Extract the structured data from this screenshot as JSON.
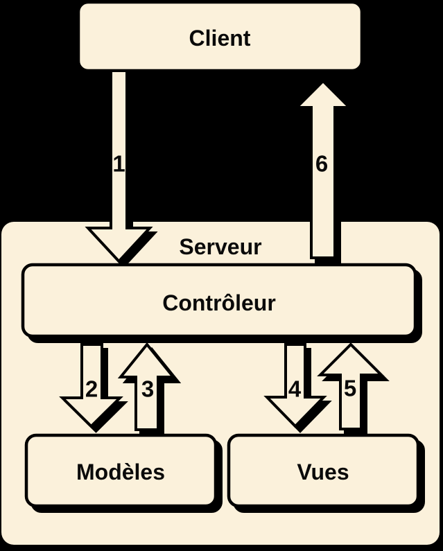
{
  "colors": {
    "background": "#000000",
    "node_fill": "#FBF1DB",
    "outline": "#000000",
    "shadow": "#000000",
    "text": "#0a0a0a"
  },
  "nodes": {
    "client": {
      "label": "Client"
    },
    "serveur": {
      "label": "Serveur"
    },
    "controleur": {
      "label": "Contrôleur"
    },
    "modeles": {
      "label": "Modèles"
    },
    "vues": {
      "label": "Vues"
    }
  },
  "arrows": [
    {
      "label": "1",
      "from": "Client",
      "to": "Contrôleur",
      "direction": "down"
    },
    {
      "label": "2",
      "from": "Contrôleur",
      "to": "Modèles",
      "direction": "down"
    },
    {
      "label": "3",
      "from": "Modèles",
      "to": "Contrôleur",
      "direction": "up"
    },
    {
      "label": "4",
      "from": "Contrôleur",
      "to": "Vues",
      "direction": "down"
    },
    {
      "label": "5",
      "from": "Vues",
      "to": "Contrôleur",
      "direction": "up"
    },
    {
      "label": "6",
      "from": "Contrôleur",
      "to": "Client",
      "direction": "up"
    }
  ]
}
